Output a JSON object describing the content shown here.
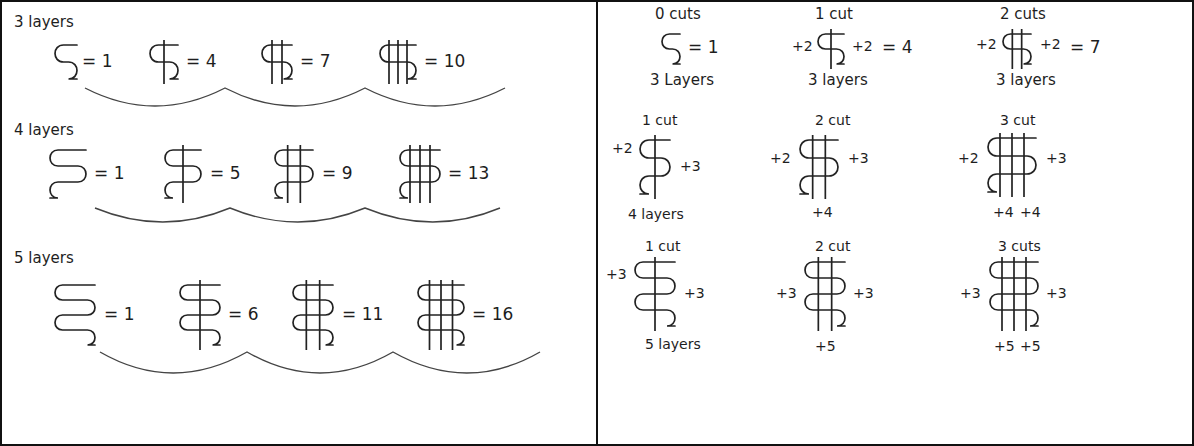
{
  "diagram": {
    "labels": [
      "3 layers",
      "= 1",
      "= 4",
      "= 7",
      "= 10",
      "4 layers",
      "= 1",
      "= 5",
      "= 9",
      "= 13",
      "5 layers",
      "= 1",
      "= 6",
      "= 11",
      "= 16",
      "0 cuts",
      "1 cut",
      "2 cuts",
      "= 1",
      "+2",
      "+2",
      "= 4",
      "+2",
      "+2",
      "= 7",
      "3 Layers",
      "3 layers",
      "3 layers",
      "+2",
      "1 cut",
      "+3",
      "4 layers",
      "2 cut",
      "+2",
      "+3",
      "+4",
      "3 cut",
      "+2",
      "+3",
      "+4",
      "+4",
      "1 cut",
      "+3",
      "+3",
      "5 layers",
      "2 cut",
      "+3",
      "+3",
      "+5",
      "3 cuts",
      "+3",
      "+3",
      "+5",
      "+5"
    ]
  }
}
